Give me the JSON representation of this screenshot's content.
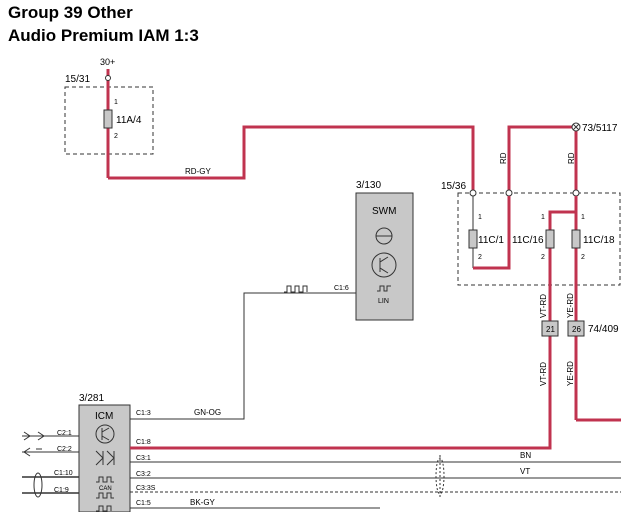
{
  "header": {
    "line1": "Group 39 Other",
    "line2": "Audio Premium IAM 1:3"
  },
  "colors": {
    "wire_red": "#c0334f",
    "box_fill": "#c8c8c8",
    "line": "#333333"
  },
  "labels": {
    "supply": "30+",
    "fusebox_a": "15/31",
    "fuse_11a4": "11A/4",
    "pin1": "1",
    "pin2": "2",
    "rd_gy": "RD-GY",
    "ground": "73/5117",
    "rd": "RD",
    "fusebox_b": "15/36",
    "fuse_11c1": "11C/1",
    "fuse_11c16": "11C/16",
    "fuse_11c18": "11C/18",
    "vt_rd": "VT-RD",
    "ye_rd": "YE-RD",
    "conn_21": "21",
    "conn_26": "26",
    "conn_74": "74/409",
    "swm_ref": "3/130",
    "swm": "SWM",
    "lin": "LIN",
    "c1_6": "C1:6",
    "gn_og": "GN-OG",
    "icm_ref": "3/281",
    "icm": "ICM",
    "c1_3": "C1:3",
    "c1_8": "C1:8",
    "c3_1": "C3:1",
    "c3_2": "C3:2",
    "c3_3s": "C3:3S",
    "c1_5": "C1:5",
    "c2_1": "C2:1",
    "c2_2": "C2:2",
    "c1_10": "C1:10",
    "c1_9": "C1:9",
    "can": "CAN",
    "bn": "BN",
    "vt": "VT",
    "bk_gy": "BK-GY"
  }
}
